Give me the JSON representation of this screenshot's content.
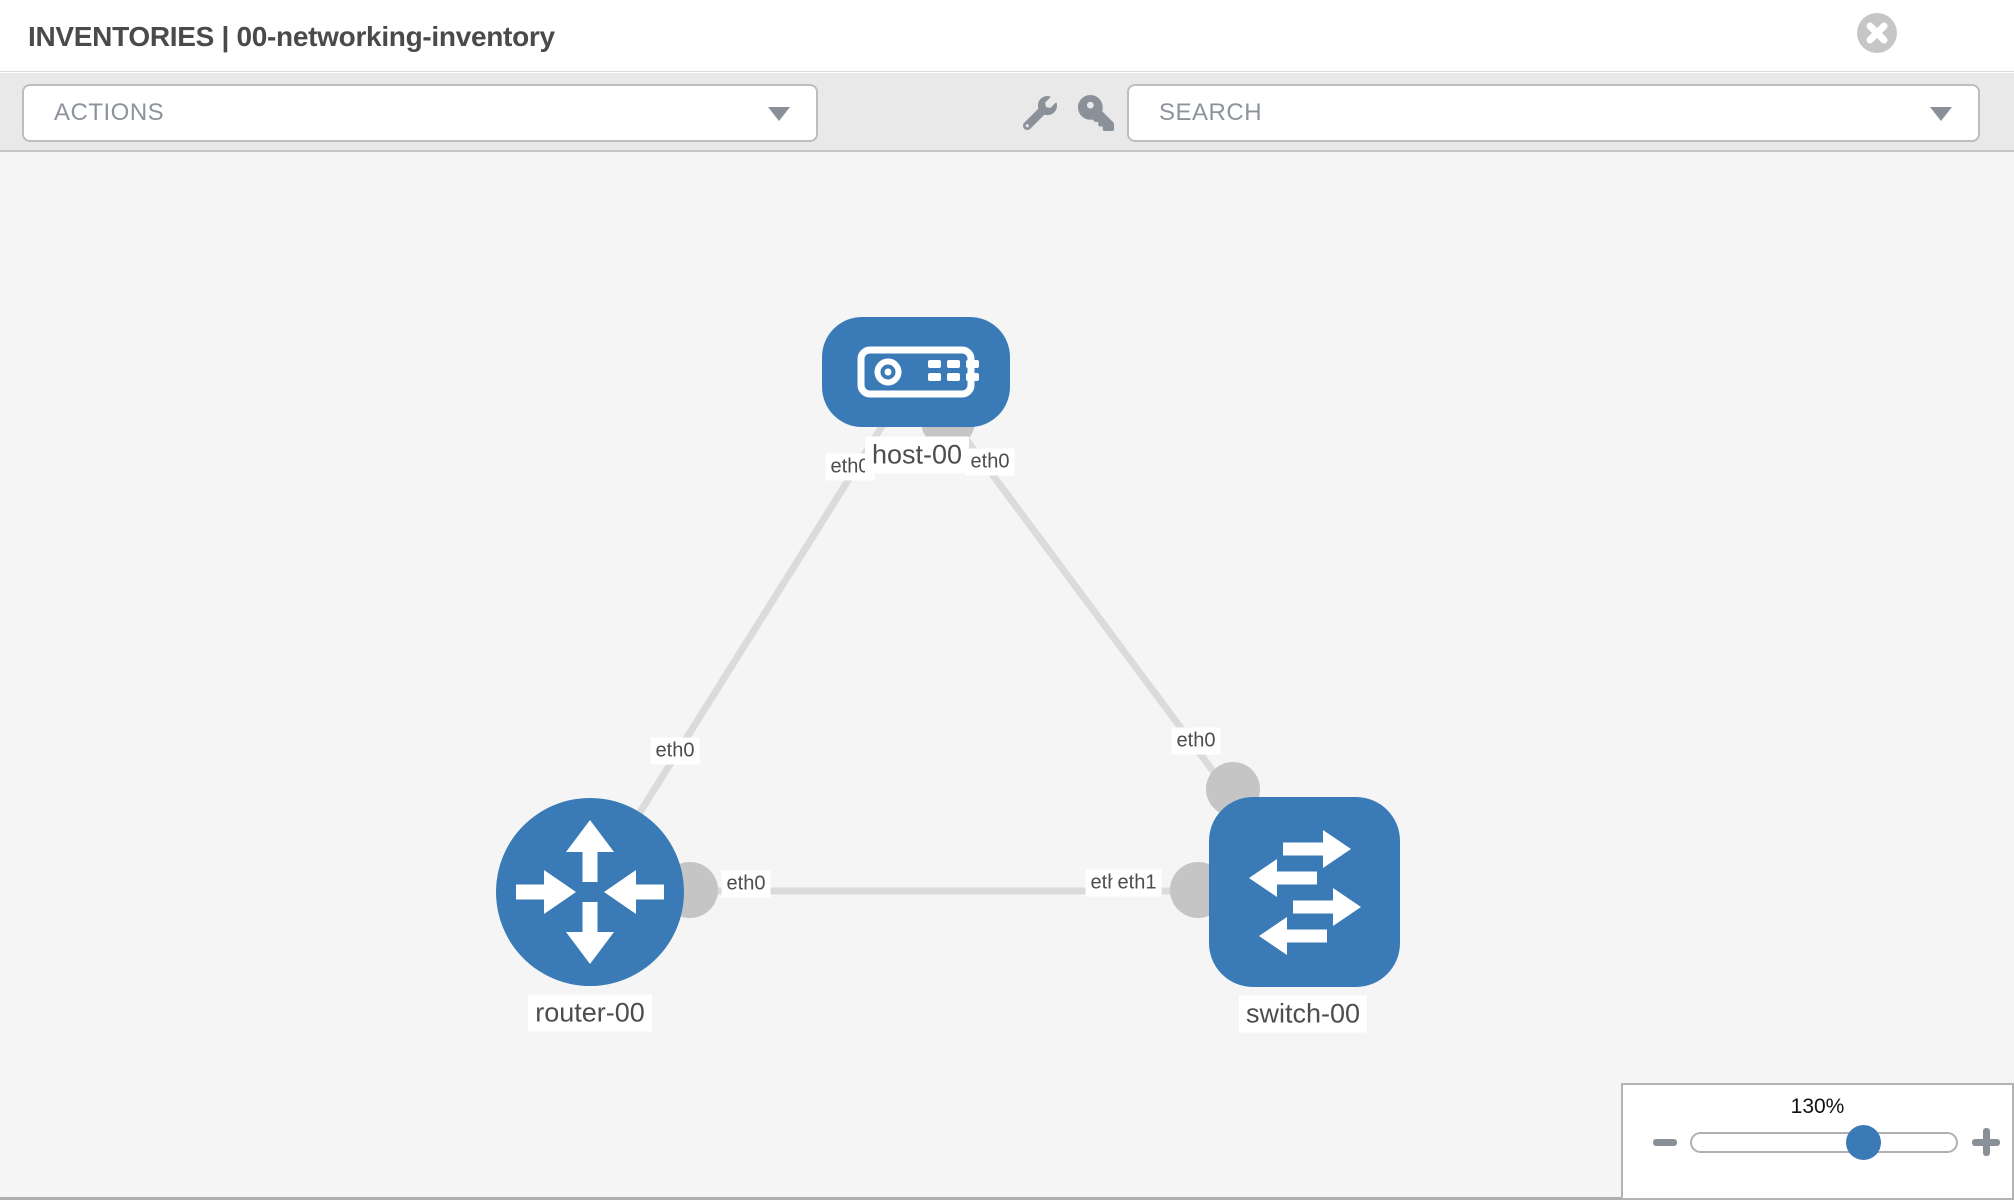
{
  "header": {
    "title": "INVENTORIES | 00-networking-inventory",
    "close_icon": "close-x"
  },
  "toolbar": {
    "actions_label": "ACTIONS",
    "search_label": "SEARCH",
    "icons": [
      "wrench-icon",
      "key-icon"
    ]
  },
  "graph": {
    "nodes": [
      {
        "label": "host-00",
        "type": "host"
      },
      {
        "label": "router-00",
        "type": "router"
      },
      {
        "label": "switch-00",
        "type": "switch"
      }
    ],
    "links": [
      {
        "source": "host-00",
        "target": "router-00",
        "source_interface": "eth0",
        "target_interface": "eth0"
      },
      {
        "source": "host-00",
        "target": "switch-00",
        "source_interface": "eth0",
        "target_interface": "eth0"
      },
      {
        "source": "router-00",
        "target": "switch-00",
        "source_interface": "eth0",
        "target_interface": "eth1"
      }
    ],
    "interface_labels": {
      "host_router_at_host": "eth0",
      "host_router_mid": "eth0",
      "host_switch_at_host": "eth0",
      "host_switch_at_switch": "eth0",
      "router_switch_at_router": "eth0",
      "router_switch_at_switch_under": "eth0",
      "router_switch_at_switch_over": "eth1"
    }
  },
  "zoom_control": {
    "level": "130%",
    "minus_icon": "minus",
    "plus_icon": "plus"
  },
  "colors": {
    "node_blue": "#3a7bb7",
    "link_gray": "#dbdbdb",
    "endpoint_gray": "#c5c5c5",
    "toolbar_gray": "#e9e9e9",
    "canvas_gray": "#f5f5f6"
  }
}
